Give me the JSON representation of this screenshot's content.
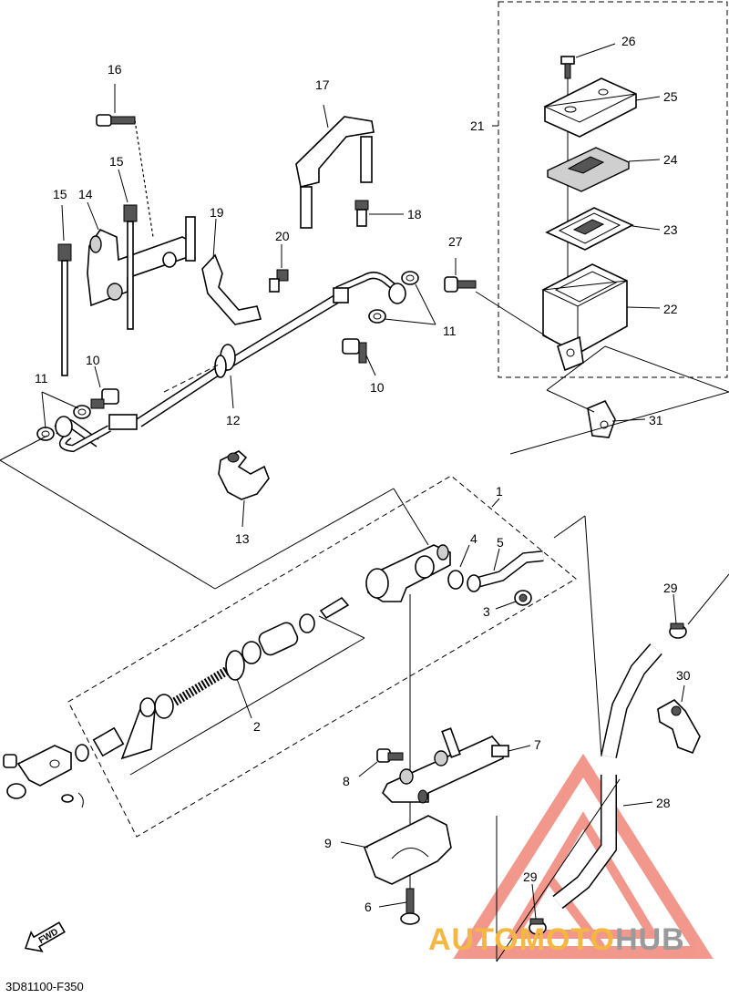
{
  "diagram_code": "3D81100-F350",
  "fwd_label": "FWD",
  "watermark": {
    "part1": "AUTOMOTO",
    "part2": "HUB"
  },
  "callouts": [
    "1",
    "2",
    "3",
    "4",
    "5",
    "6",
    "7",
    "8",
    "9",
    "10",
    "10",
    "11",
    "11",
    "12",
    "13",
    "14",
    "15",
    "15",
    "16",
    "17",
    "18",
    "19",
    "20",
    "21",
    "22",
    "23",
    "24",
    "25",
    "26",
    "27",
    "28",
    "29",
    "29",
    "30",
    "31"
  ],
  "colors": {
    "line": "#000000",
    "watermark_red": "#e8432f",
    "watermark_orange": "#f4b842",
    "watermark_gray": "#9a9a9a"
  }
}
